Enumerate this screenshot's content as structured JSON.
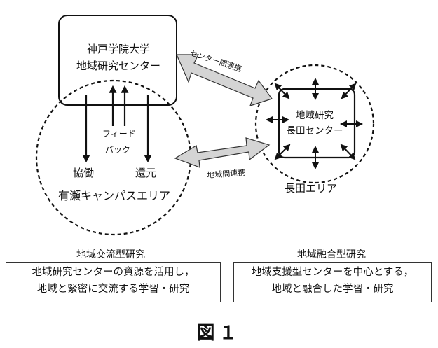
{
  "diagram": {
    "kobe_center": {
      "line1": "神戸学院大学",
      "line2": "地域研究センター"
    },
    "arisu_area": {
      "label": "有瀬キャンパスエリア",
      "down_left": "協働",
      "down_right": "還元",
      "feedback_line1": "フィード",
      "feedback_line2": "バック"
    },
    "nagata_center": {
      "line1": "地域研究",
      "line2": "長田センター"
    },
    "nagata_area": {
      "label": "長田エリア"
    },
    "links": {
      "center_link": "センター間連携",
      "region_link": "地域間連携"
    },
    "colors": {
      "arrow_fill": "#d4d4d4",
      "stroke": "#111111"
    }
  },
  "captions": {
    "left": {
      "title": "地域交流型研究",
      "line1": "地域研究センターの資源を活用し，",
      "line2": "地域と緊密に交流する学習・研究"
    },
    "right": {
      "title": "地域融合型研究",
      "line1": "地域支援型センターを中心とする，",
      "line2": "地域と融合した学習・研究"
    }
  },
  "figure_label": "図１"
}
